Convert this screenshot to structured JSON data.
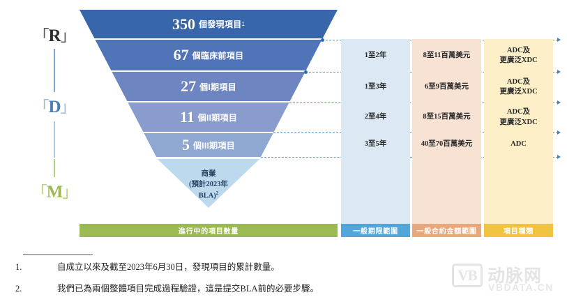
{
  "rail": {
    "items": [
      {
        "key": "R",
        "open": "「",
        "close": "」",
        "label": "R"
      },
      {
        "key": "D",
        "open": "「",
        "close": "」",
        "label": "D"
      },
      {
        "key": "M",
        "open": "「",
        "close": "」",
        "label": "M"
      }
    ]
  },
  "funnel": {
    "bands": [
      {
        "num": "350",
        "text": "個發現項目",
        "sup": "1",
        "color": "#3766ab"
      },
      {
        "num": "67",
        "text": "個臨床前項目",
        "sup": "",
        "color": "#4f74b8"
      },
      {
        "num": "27",
        "text": "個I期項目",
        "sup": "",
        "color": "#6d85c0"
      },
      {
        "num": "11",
        "text": "個II期項目",
        "sup": "",
        "color": "#8a9ccd"
      },
      {
        "num": "5",
        "text": "個III期項目",
        "sup": "",
        "color": "#8fa8d2"
      }
    ],
    "commercial": {
      "line1": "商業",
      "line2": "(預計2023年",
      "line3": "BLA)",
      "sup": "2",
      "color": "#bcd9ee"
    }
  },
  "columns": {
    "headers": [
      "一般期限範圍",
      "一般合約金額範圍",
      "項目種類"
    ],
    "rows": [
      {
        "duration": "1至2年",
        "amount": "8至11百萬美元",
        "type": "ADC及\n更廣泛XDC"
      },
      {
        "duration": "1至3年",
        "amount": "6至9百萬美元",
        "type": "ADC及\n更廣泛XDC"
      },
      {
        "duration": "2至4年",
        "amount": "8至15百萬美元",
        "type": "ADC及\n更廣泛XDC"
      },
      {
        "duration": "3至5年",
        "amount": "40至70百萬美元",
        "type": "ADC"
      }
    ]
  },
  "legend": {
    "funnel_label": "進行中的項目數量"
  },
  "footnotes": [
    {
      "index": "1.",
      "text": "自成立以來及截至2023年6月30日，發現項目的累計數量。"
    },
    {
      "index": "2.",
      "text": "我們已為兩個整體項目完成過程驗證，這是提交BLA前的必要步驟。"
    }
  ],
  "watermark": {
    "mark": "VB",
    "cn": "动脉网",
    "en": "VBDATA.CN"
  },
  "colors": {
    "col_duration_bg": "#dce9f5",
    "col_amount_bg": "#f7e2d4",
    "col_type_bg": "#fdf0c9",
    "legend_green": "#9cba54",
    "legend_blue": "#54a6d8",
    "legend_peach": "#e8a87c",
    "legend_yellow": "#f0c343",
    "connector": "#5b8fc9"
  }
}
